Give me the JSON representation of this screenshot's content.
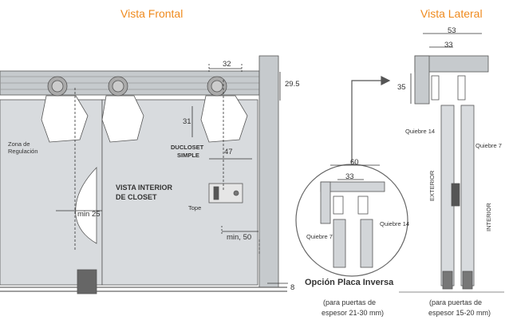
{
  "front": {
    "title": "Vista Frontal",
    "zona_regulacion": [
      "Zona de",
      "Regulación"
    ],
    "vista_interior": [
      "VISTA INTERIOR",
      "DE CLOSET"
    ],
    "ducloset": [
      "DUCLOSET",
      "SIMPLE"
    ],
    "tope": "Tope",
    "dim_32": "32",
    "dim_29_5": "29.5",
    "dim_31": "31",
    "dim_47": "47",
    "dim_min25": "min 25",
    "dim_min50": "min, 50",
    "dim_8": "8"
  },
  "detail": {
    "dim_60": "60",
    "dim_33": "33",
    "quiebre7": "Quiebre 7",
    "quiebre14": "Quiebre 14",
    "title": "Opción Placa Inversa",
    "sub": [
      "(para puertas de",
      "espesor 21-30 mm)"
    ]
  },
  "side": {
    "title": "Vista Lateral",
    "dim_53": "53",
    "dim_33": "33",
    "dim_35": "35",
    "quiebre14": "Quiebre 14",
    "quiebre7": "Quiebre 7",
    "exterior": "EXTERIOR",
    "interior": "INTERIOR",
    "sub": [
      "(para puertas de",
      "espesor 15-20 mm)"
    ]
  },
  "colors": {
    "accent": "#ef8a1e",
    "panel": "#d7dadd",
    "rail": "#c3c7ca",
    "line": "#333333"
  }
}
